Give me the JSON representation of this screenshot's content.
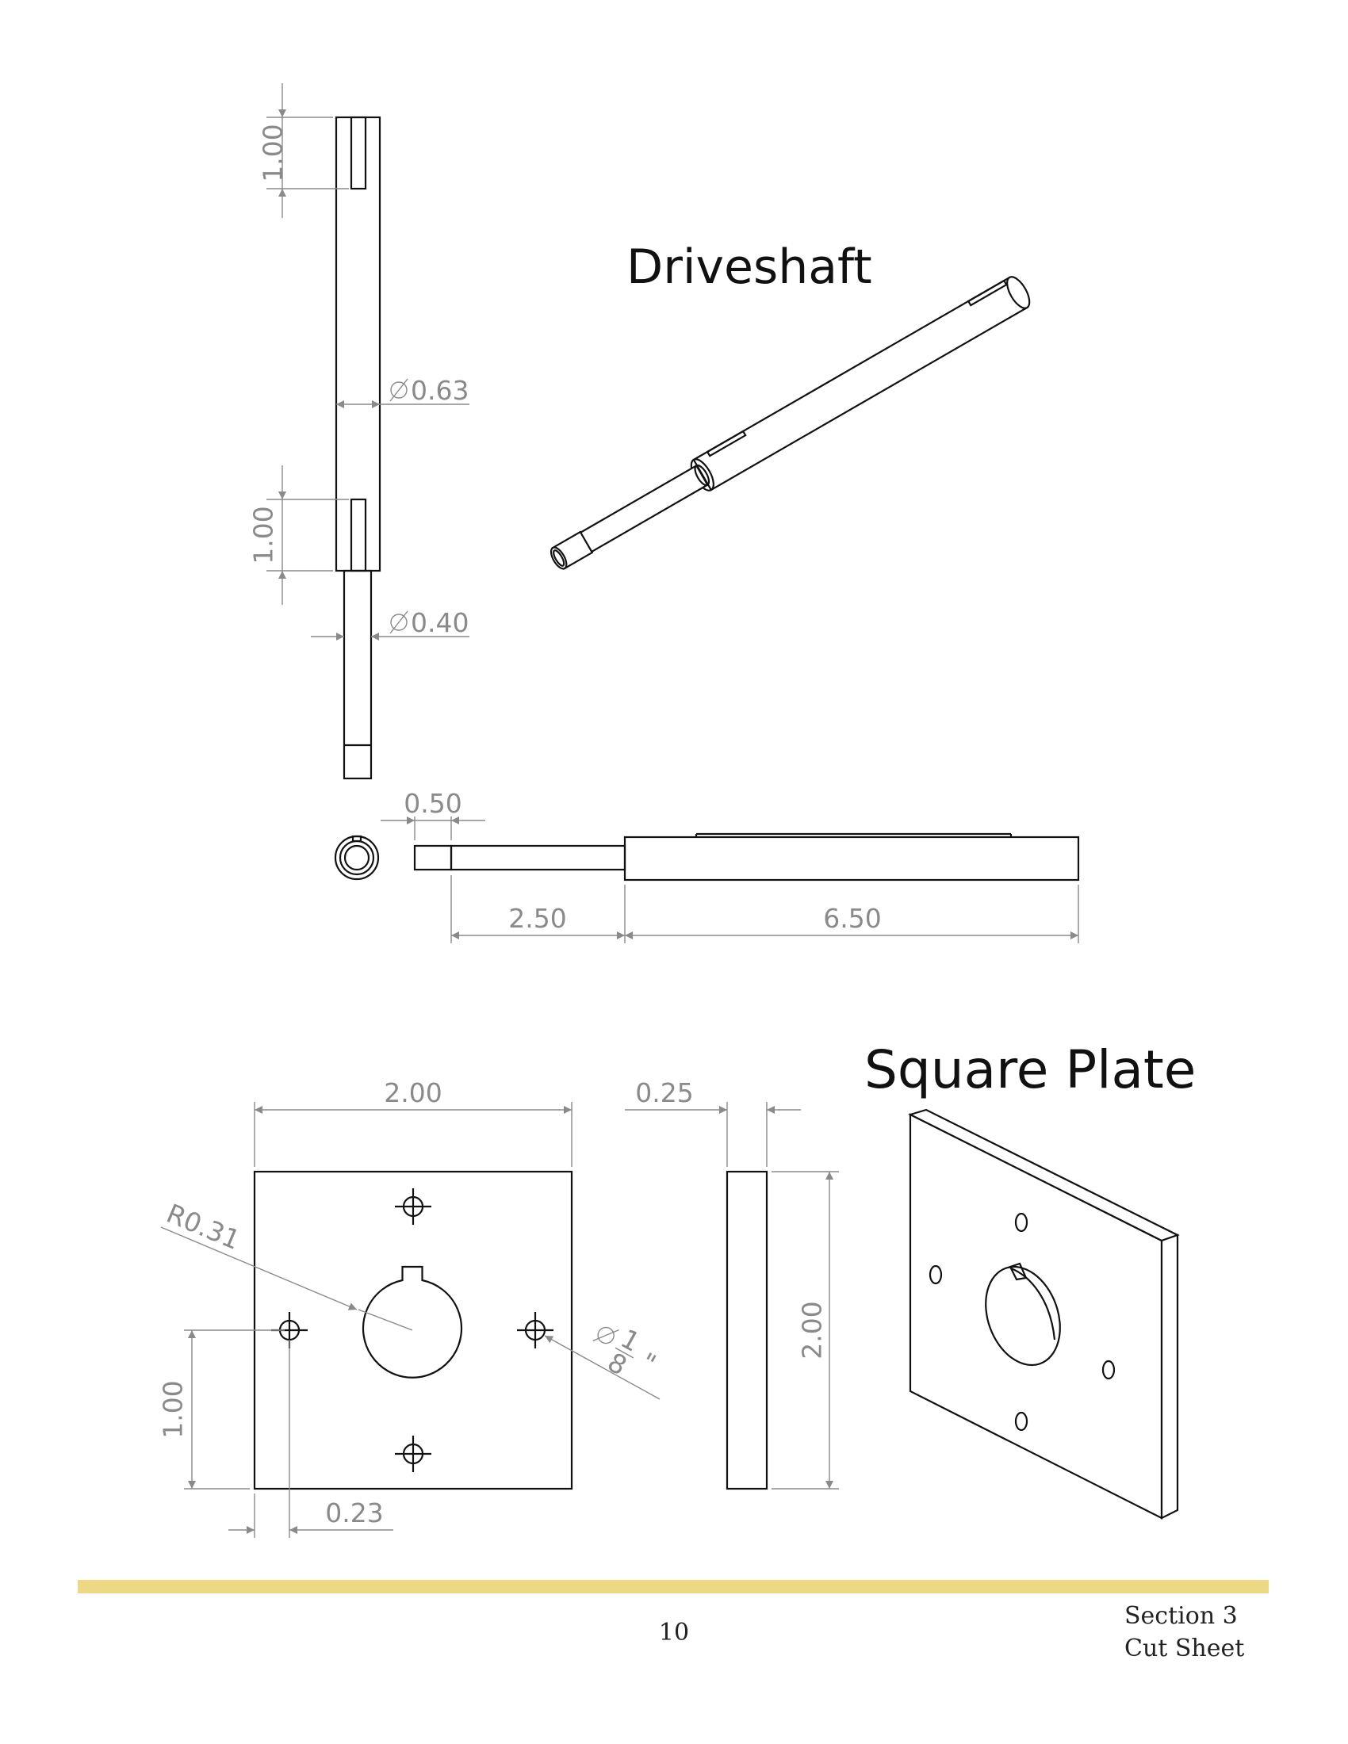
{
  "driveshaft": {
    "title": "Driveshaft",
    "dims": {
      "key_len_top": "1.00",
      "key_len_bottom": "1.00",
      "dia_large": "0.63",
      "dia_small": "0.40",
      "step_len": "0.50",
      "small_len": "2.50",
      "large_len": "6.50"
    }
  },
  "square_plate": {
    "title": "Square Plate",
    "dims": {
      "width": "2.00",
      "thickness": "0.25",
      "height": "2.00",
      "bore_radius": "R0.31",
      "hole_offset_y": "1.00",
      "hole_offset_x": "0.23",
      "hole_dia_num": "1",
      "hole_dia_den": "8"
    }
  },
  "footer": {
    "page_number": "10",
    "section": "Section 3",
    "subtitle": "Cut Sheet",
    "accent_color": "#edd886"
  }
}
